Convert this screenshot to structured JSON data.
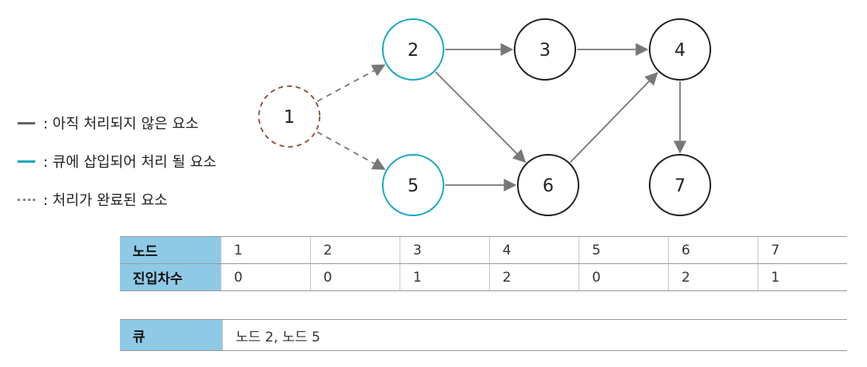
{
  "nodes": [
    {
      "id": "1",
      "state": "done"
    },
    {
      "id": "2",
      "state": "queued"
    },
    {
      "id": "3",
      "state": "unprocessed"
    },
    {
      "id": "4",
      "state": "unprocessed"
    },
    {
      "id": "5",
      "state": "queued"
    },
    {
      "id": "6",
      "state": "unprocessed"
    },
    {
      "id": "7",
      "state": "unprocessed"
    }
  ],
  "edges": [
    {
      "from": "1",
      "to": "2",
      "style": "done"
    },
    {
      "from": "1",
      "to": "5",
      "style": "done"
    },
    {
      "from": "2",
      "to": "3",
      "style": "solid"
    },
    {
      "from": "2",
      "to": "6",
      "style": "solid"
    },
    {
      "from": "3",
      "to": "4",
      "style": "solid"
    },
    {
      "from": "6",
      "to": "4",
      "style": "solid"
    },
    {
      "from": "5",
      "to": "6",
      "style": "solid"
    },
    {
      "from": "4",
      "to": "7",
      "style": "solid"
    }
  ],
  "legend": [
    {
      "text": ": 아직 처리되지 않은 요소",
      "color": "#666666"
    },
    {
      "text": ": 큐에 삽입되어 처리 될 요소",
      "color": "#1ba8be"
    },
    {
      "text": ": 처리가 완료된 요소",
      "color": "#888888"
    }
  ],
  "indegree_table": {
    "row1": {
      "header": "노드",
      "cells": [
        "1",
        "2",
        "3",
        "4",
        "5",
        "6",
        "7"
      ]
    },
    "row2": {
      "header": "진입차수",
      "cells": [
        "0",
        "0",
        "1",
        "2",
        "0",
        "2",
        "1"
      ]
    }
  },
  "queue_table": {
    "header": "큐",
    "value": "노드 2, 노드 5"
  },
  "colors": {
    "queued": "#1ba8be",
    "node_border": "#222222",
    "done_border": "#8a4a3a",
    "edge": "#777777",
    "table_header": "#8ecae6"
  }
}
